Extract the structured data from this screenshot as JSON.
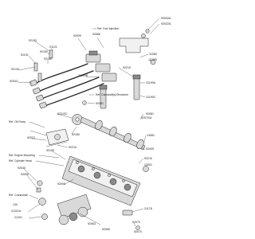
{
  "labels": {
    "l_92002a": "92002A",
    "l_92022a": "92022A",
    "l_92009": "92009",
    "l_92066": "92066",
    "l_92153": "92153",
    "l_21121": "21121",
    "l_51131": "51131",
    "l_92150": "92150",
    "l_92152": "92152",
    "l_92143": "92143",
    "l_11060": "11060",
    "l_11065": "11065",
    "l_92043": "92043",
    "l_92210": "92210",
    "l_21190b": "21190B",
    "l_21190a": "21190A",
    "l_92081": "92081",
    "l_21190c": "21190C",
    "l_92081b": "92081",
    "l_92210c": "92210C",
    "l_92070": "92070",
    "l_92070a": "92070/A",
    "l_92180": "92180",
    "l_13081": "13081",
    "l_92022": "92022",
    "l_92005": "92005",
    "l_92210b": "92210",
    "l_92210d": "92210",
    "l_13001": "13001",
    "l_92150b": "92150",
    "l_92040": "92040",
    "l_92050": "92050",
    "l_92009b": "92009",
    "l_49004": "49004",
    "l_92152b": "92152",
    "l_92070c": "92070",
    "l_92050b": "92050",
    "l_21178": "21178",
    "l_92063": "92063",
    "l_92070d": "92070",
    "l_130": "130",
    "l_21201": "21201",
    "l_21201a": "21201A",
    "l_39076": "39076"
  },
  "refs": {
    "fuel_injection": "Ref. Fuel Injection",
    "camshaft": "Ref. Camshaft(s)/Tensioner",
    "oil_pump": "Ref. Oil Pump",
    "engine_mounting": "Ref. Engine Mounting",
    "cylinder_head": "Ref. Cylinder Head",
    "crankshaft": "Ref. Crankshaft"
  }
}
